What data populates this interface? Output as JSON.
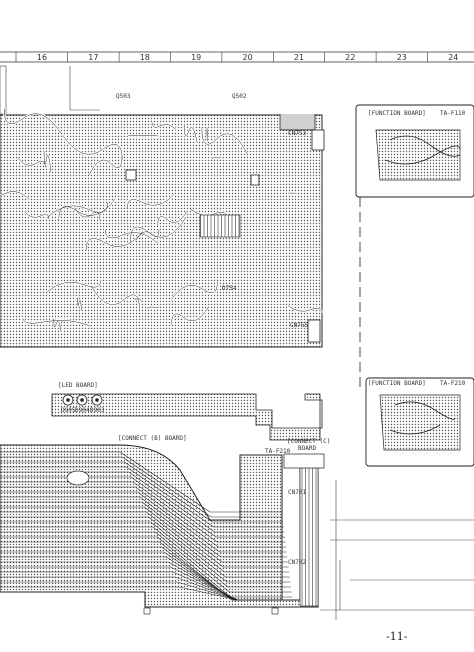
{
  "grid": {
    "columns": [
      "16",
      "17",
      "18",
      "19",
      "20",
      "21",
      "22",
      "23",
      "24"
    ]
  },
  "boards": {
    "function_top": {
      "title": "[FUNCTION BOARD]",
      "code": "TA-F110"
    },
    "function_bottom": {
      "title": "[FUNCTION BOARD]",
      "code": "TA-F210"
    },
    "led": {
      "title": "[LED BOARD]",
      "parts": [
        "D905",
        "D904",
        "D903"
      ]
    },
    "connect_b": {
      "title": "[CONNECT (B) BOARD]"
    },
    "connect_c": {
      "title": "[CONNECT (C)",
      "title2": "BOARD",
      "code": "TA-F210"
    }
  },
  "parts_main": [
    "Q503",
    "Q502",
    "D754",
    "CN753",
    "CN755"
  ],
  "connectors": [
    "CN701",
    "CN702"
  ],
  "page_number": "-11-"
}
